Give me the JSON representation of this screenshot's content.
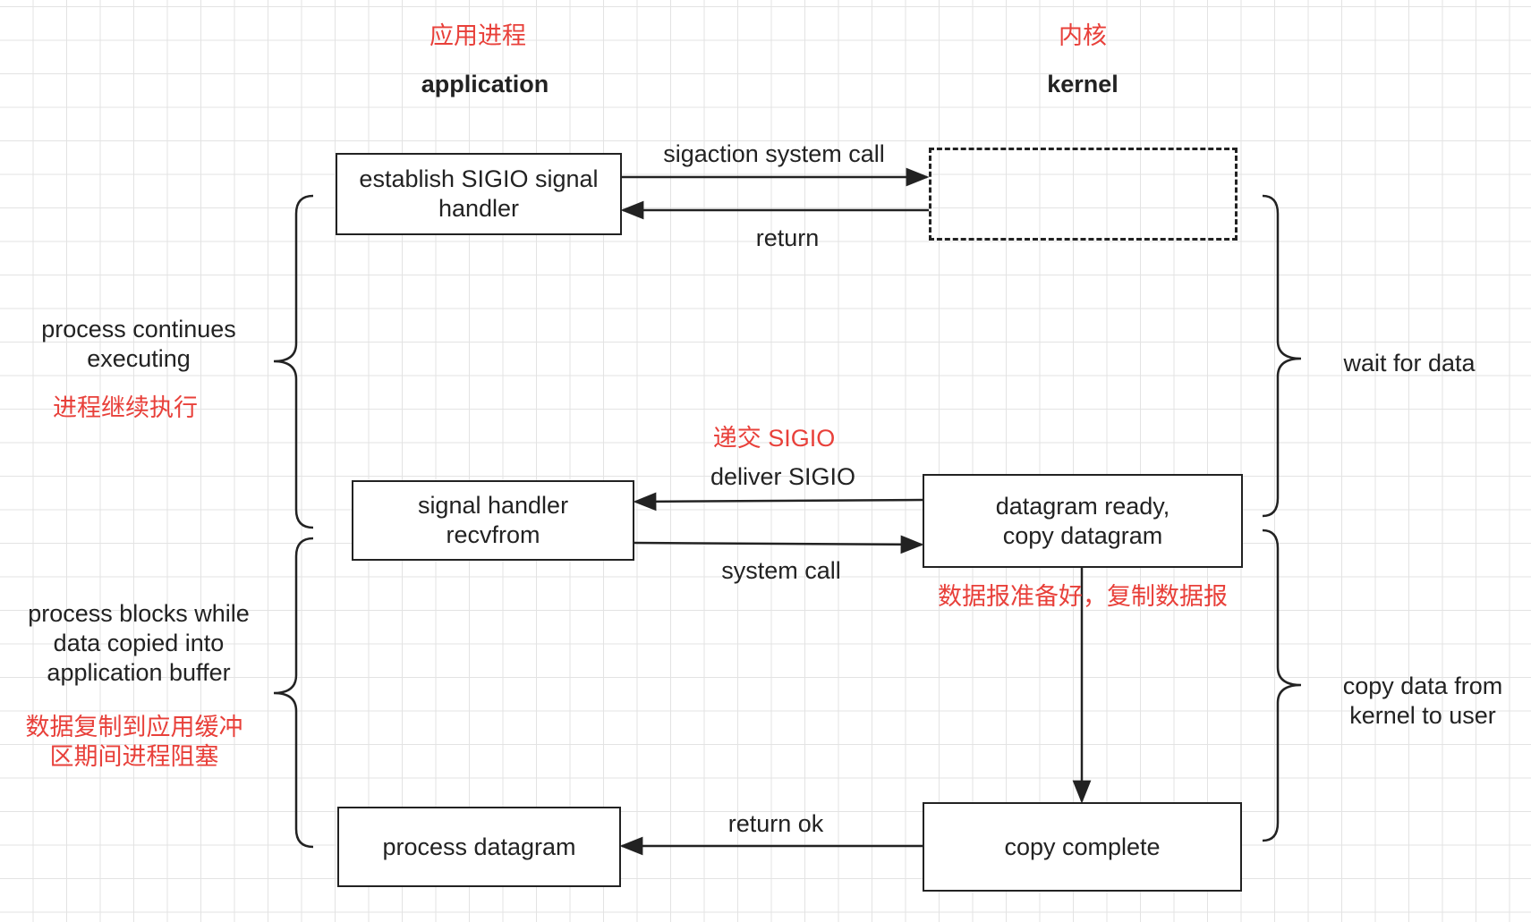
{
  "headers": {
    "application_zh": "应用进程",
    "application": "application",
    "kernel_zh": "内核",
    "kernel": "kernel"
  },
  "boxes": {
    "establish_handler": "establish SIGIO signal\nhandler",
    "kernel_placeholder": "",
    "signal_handler": "signal handler\nrecvfrom",
    "datagram_ready": "datagram ready,\ncopy datagram",
    "process_datagram": "process datagram",
    "copy_complete": "copy complete"
  },
  "arrows": {
    "sigaction": "sigaction system call",
    "return": "return",
    "deliver_zh": "递交 SIGIO",
    "deliver": "deliver SIGIO",
    "system_call": "system call",
    "return_ok": "return ok"
  },
  "notes": {
    "datagram_ready_zh": "数据报准备好，复制数据报"
  },
  "left_labels": {
    "continues": "process continues\nexecuting",
    "continues_zh": "进程继续执行",
    "blocks": "process blocks while\ndata copied into\napplication buffer",
    "blocks_zh": "数据复制到应用缓冲\n区期间进程阻塞"
  },
  "right_labels": {
    "wait": "wait for data",
    "copy": "copy data from\nkernel to user"
  },
  "colors": {
    "line": "#222222",
    "red_text": "#e8403a",
    "grid": "#e3e3e3"
  }
}
